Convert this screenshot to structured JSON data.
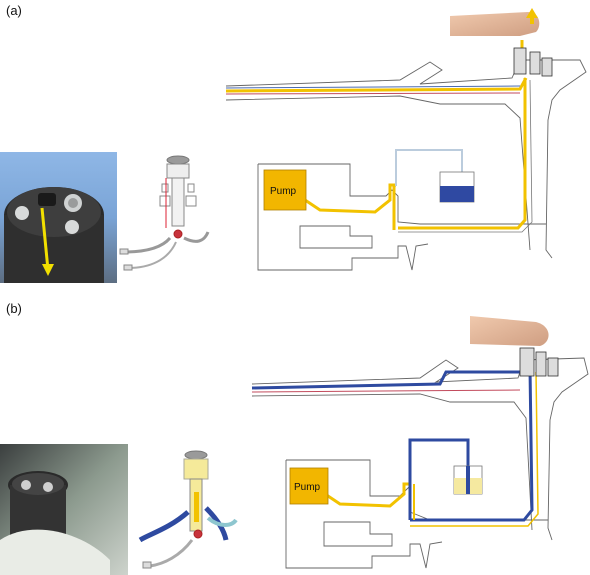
{
  "panels": [
    {
      "label": "(a)",
      "pump_label": "Pump",
      "flow_color": "#f2c200",
      "air_color": "#ffd84a"
    },
    {
      "label": "(b)",
      "pump_label": "Pump",
      "flow_color": "#f2c200",
      "water_color": "#2e4aa0"
    }
  ],
  "colors": {
    "outline": "#555555",
    "pump_fill": "#f2b600",
    "water": "#2f49a2",
    "skin": "#e2b79a"
  }
}
